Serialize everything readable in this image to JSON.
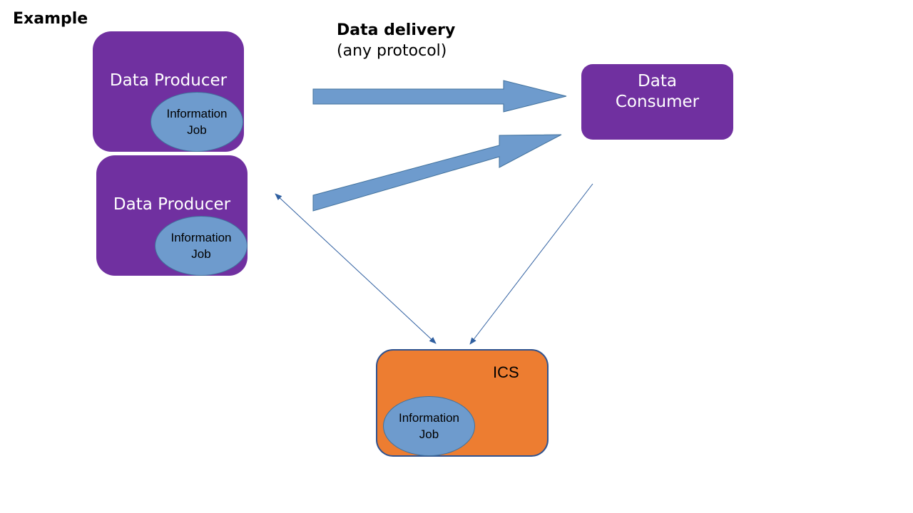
{
  "title": "Example",
  "delivery": {
    "heading": "Data delivery",
    "subheading": "(any protocol)"
  },
  "producers": [
    {
      "label": "Data Producer",
      "job": [
        "Information",
        "Job"
      ]
    },
    {
      "label": "Data Producer",
      "job": [
        "Information",
        "Job"
      ]
    }
  ],
  "consumer": {
    "label_line1": "Data",
    "label_line2": "Consumer"
  },
  "ics": {
    "label": "ICS",
    "job": [
      "Information",
      "Job"
    ]
  },
  "colors": {
    "producer": "#7030a0",
    "consumer": "#7030a0",
    "ics": "#ed7d31",
    "job": "#6e9bcd",
    "arrow": "#6e9bcd",
    "connector": "#2f5fa0"
  }
}
